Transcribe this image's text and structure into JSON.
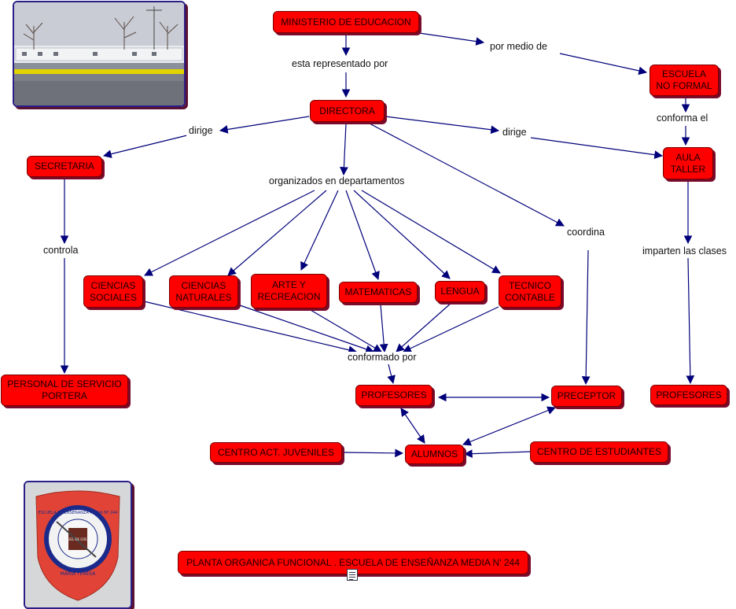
{
  "nodes": {
    "ministerio": "MINISTERIO DE EDUCACION",
    "directora": "DIRECTORA",
    "escuela_no_formal": "ESCUELA\nNO FORMAL",
    "secretaria": "SECRETARIA",
    "aula_taller": "AULA\nTALLER",
    "ciencias_sociales": "CIENCIAS\nSOCIALES",
    "ciencias_naturales": "CIENCIAS\nNATURALES",
    "arte_recreacion": "ARTE Y\nRECREACION",
    "matematicas": "MATEMATICAS",
    "lengua": "LENGUA",
    "tecnico_contable": "TECNICO\nCONTABLE",
    "personal_servicio": "PERSONAL DE SERVICIO\nPORTERA",
    "profesores": "PROFESORES",
    "preceptor": "PRECEPTOR",
    "profesores_taller": "PROFESORES",
    "centro_juveniles": "CENTRO ACT. JUVENILES",
    "alumnos": "ALUMNOS",
    "centro_estudiantes": "CENTRO DE ESTUDIANTES",
    "planta_title": "PLANTA ORGANICA FUNCIONAL  . ESCUELA DE ENSEÑANZA MEDIA N' 244"
  },
  "labels": {
    "esta_representado": "esta representado por",
    "por_medio_de": "por medio de",
    "conforma_el": "conforma el",
    "dirige_left": "dirige",
    "dirige_right": "dirige",
    "organizados": "organizados en departamentos",
    "controla": "controla",
    "coordina": "coordina",
    "imparten": "imparten las clases",
    "conformado_por": "conformado por"
  },
  "emblem": {
    "ring_text": "ESCUELA DE ENSEÑANZA MEDIA Nº 244",
    "bottom_text": "MARIA TERESA",
    "book_text": "MIGUEL DE GÜEMES"
  },
  "colors": {
    "node_fill": "#ff0000",
    "node_shadow": "#7a0a2a",
    "edge": "#00007a"
  },
  "icons": {
    "attachment": "document-icon"
  }
}
